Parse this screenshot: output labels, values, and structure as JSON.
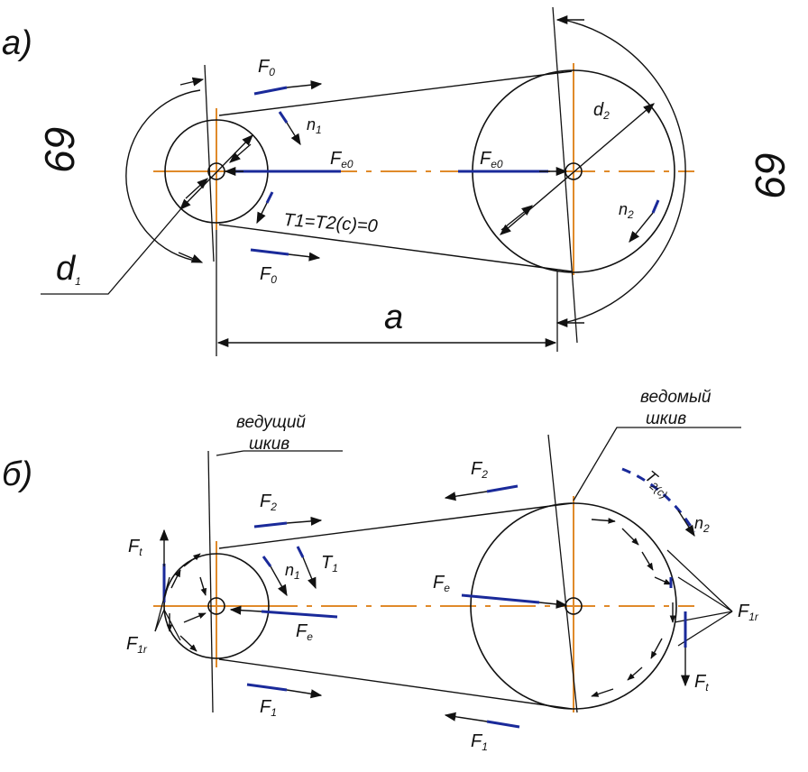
{
  "part_a": {
    "label": "а)",
    "rot_left": "69",
    "rot_right": "69",
    "F0_top": "F",
    "F0_top_sub": "0",
    "F0_bot": "F",
    "F0_bot_sub": "0",
    "n1": "n",
    "n1_sub": "1",
    "n2": "n",
    "n2_sub": "2",
    "Fe0_left": "F",
    "Fe0_left_sub": "e0",
    "Fe0_right": "F",
    "Fe0_right_sub": "e0",
    "torque_eq": "T1=T2(c)=0",
    "d1": "d",
    "d1_sub": "1",
    "d2": "d",
    "d2_sub": "2",
    "center_distance": "a"
  },
  "part_b": {
    "label": "б)",
    "driving_pulley": [
      "ведущий",
      "шкив"
    ],
    "driven_pulley": [
      "ведомый",
      "шкив"
    ],
    "F2_top": "F",
    "F2_top_sub": "2",
    "F2_upper": "F",
    "F2_upper_sub": "2",
    "F1_bot": "F",
    "F1_bot_sub": "1",
    "F1_lower": "F",
    "F1_lower_sub": "1",
    "n1": "n",
    "n1_sub": "1",
    "T1": "T",
    "T1_sub": "1",
    "T2c": "T",
    "T2c_sub": "2(c)",
    "n2": "n",
    "n2_sub": "2",
    "Fe_left": "F",
    "Fe_left_sub": "e",
    "Fe_right": "F",
    "Fe_right_sub": "e",
    "Ft_left": "F",
    "Ft_left_sub": "t",
    "F1r_left": "F",
    "F1r_left_sub": "1r",
    "F1r_right": "F",
    "F1r_right_sub": "1r",
    "Ft_right": "F",
    "Ft_right_sub": "t"
  },
  "colors": {
    "line": "#111111",
    "axis": "#e08a2a",
    "force": "#1a2a9a"
  }
}
